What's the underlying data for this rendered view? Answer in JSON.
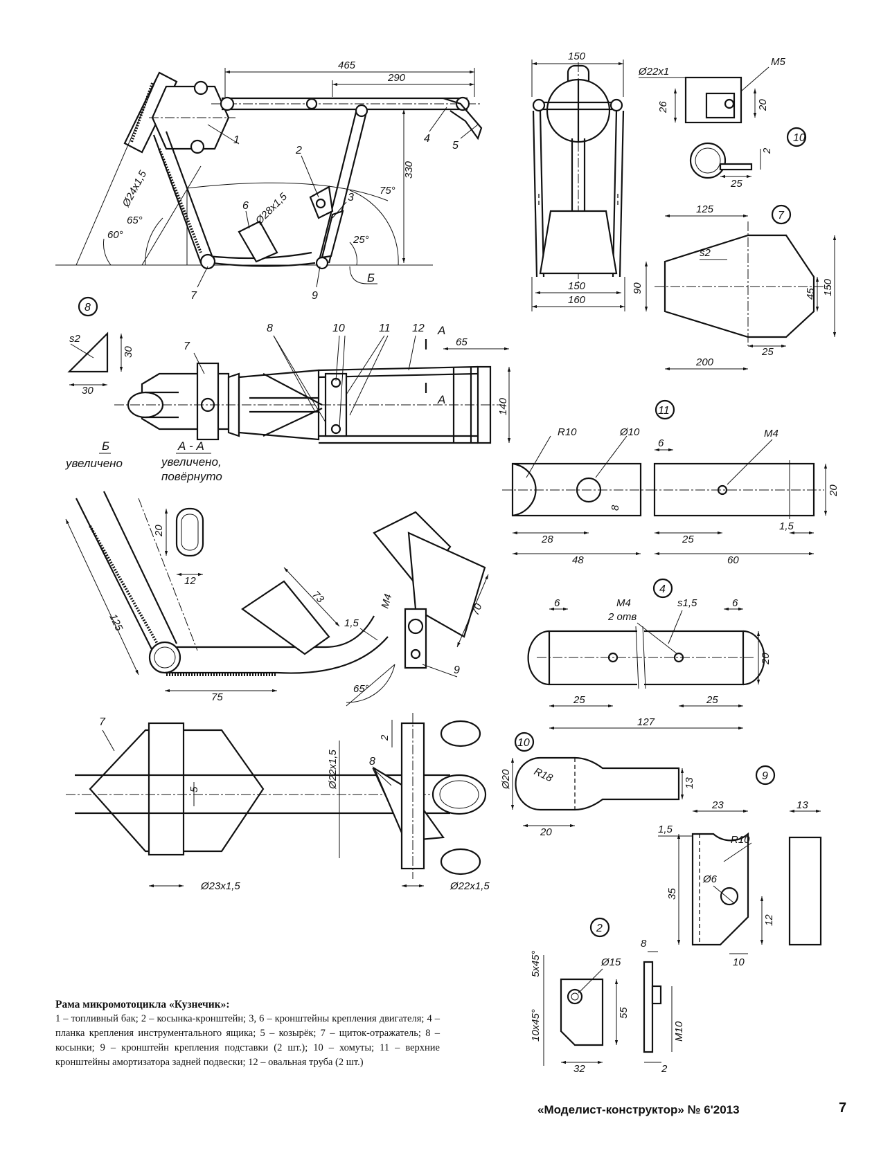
{
  "caption": {
    "title": "Рама микромотоцикла «Кузнечик»:",
    "body": "1 – топливный бак; 2 – косынка-кронштейн; 3, 6 – кронштейны крепления двигателя; 4 – планка крепления инструментального ящика; 5 – козырёк; 7 – щиток-отражатель; 8 – косынки; 9 – кронштейн крепления подставки (2 шт.); 10 – хомуты; 11 – верхние кронштейны амортизатора задней подвески; 12 – овальная труба (2 шт.)"
  },
  "footer": {
    "magazine": "«Моделист-конструктор» № 6'2013",
    "page": "7"
  },
  "side_view": {
    "dim_465": "465",
    "dim_290": "290",
    "dim_330": "330",
    "tube_24": "Ø24x1,5",
    "tube_28": "Ø28x1,5",
    "angle_65": "65°",
    "angle_60": "60°",
    "angle_75": "75°",
    "angle_25": "25°",
    "c1": "1",
    "c2": "2",
    "c3": "3",
    "c4": "4",
    "c5": "5",
    "c6": "6",
    "c7": "7",
    "c9": "9",
    "section_b": "Б"
  },
  "front_view": {
    "dim_150_top": "150",
    "dim_150_bot": "150",
    "dim_160": "160"
  },
  "part10_top": {
    "tube": "Ø22x1",
    "thread": "M5",
    "dim_26": "26",
    "dim_20": "20",
    "dim_2": "2",
    "dim_25": "25",
    "num": "10"
  },
  "part7": {
    "num": "7",
    "thick": "s2",
    "dim_125": "125",
    "dim_90": "90",
    "dim_45": "45",
    "dim_150": "150",
    "dim_25": "25",
    "dim_200": "200"
  },
  "part8": {
    "num": "8",
    "thick": "s2",
    "dim_30a": "30",
    "dim_30b": "30"
  },
  "top_view": {
    "c7": "7",
    "c8": "8",
    "c10": "10",
    "c11": "11",
    "c12": "12",
    "sec_a": "А",
    "sec_a2": "А",
    "dim_65": "65",
    "dim_140": "140"
  },
  "section_aa": {
    "title": "А - А",
    "sub1": "увеличено,",
    "sub2": "повёрнуто",
    "dim_20": "20",
    "dim_12": "12"
  },
  "detail_b": {
    "title": "Б",
    "sub": "увеличено",
    "dim_125": "125",
    "dim_75": "75",
    "dim_73": "73",
    "dim_70": "70",
    "dim_15": "1,5",
    "thread": "M4",
    "angle": "65°",
    "c9": "9"
  },
  "part11": {
    "num": "11",
    "r10": "R10",
    "d10": "Ø10",
    "m4": "M4",
    "dim_6": "6",
    "dim_8": "8",
    "dim_20": "20",
    "dim_28": "28",
    "dim_48": "48",
    "dim_25": "25",
    "dim_60": "60",
    "dim_15": "1,5"
  },
  "part4": {
    "num": "4",
    "m4": "M4",
    "holes": "2 отв",
    "thick": "s1,5",
    "dim_6a": "6",
    "dim_6b": "6",
    "dim_20": "20",
    "dim_25a": "25",
    "dim_25b": "25",
    "dim_127": "127"
  },
  "bottom_view": {
    "c7": "7",
    "c8": "8",
    "dim_5": "5",
    "dim_2": "2",
    "tube_22a": "Ø22x1,5",
    "tube_23": "Ø23x1,5",
    "tube_22b": "Ø22x1,5"
  },
  "part10_strip": {
    "num": "10",
    "d20": "Ø20",
    "r18": "R18",
    "dim_13": "13",
    "dim_20": "20"
  },
  "part9": {
    "num": "9",
    "dim_23": "23",
    "dim_13": "13",
    "dim_15": "1,5",
    "r10": "R10",
    "d6": "Ø6",
    "dim_35": "35",
    "dim_12": "12",
    "dim_10": "10"
  },
  "part2": {
    "num": "2",
    "ch1": "5x45°",
    "ch2": "10x45°",
    "d15": "Ø15",
    "dim_55": "55",
    "dim_32": "32",
    "dim_8": "8",
    "m10": "M10",
    "dim_2": "2"
  }
}
